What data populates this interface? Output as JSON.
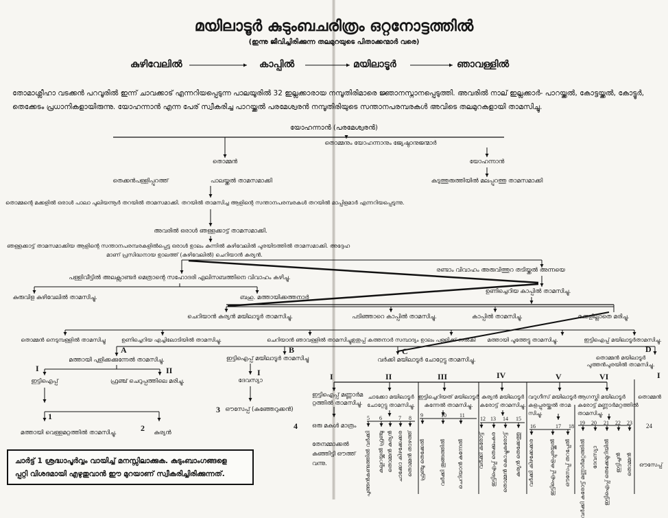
{
  "title": "മയിലാടൂർ കുടുംബചരിത്രം ഒറ്റനോട്ടത്തിൽ",
  "subtitle": "(ഇന്നു ജീവിച്ചിരിക്കുന്ന തലമുറയുടെ പിതാക്കന്മാർ വരെ)",
  "lineage": [
    "കുഴിവേലിൽ",
    "കാപ്പിൽ",
    "മയിലാടൂർ",
    "ഞാവള്ളിൽ"
  ],
  "intro": "തോമാശ്ലീഹാ വടക്കൻ പറവൂരിൽ ഇന്ന് ചാവക്കാട് എന്നറിയപ്പെടുന്ന പാലയൂരിൽ 32 ഇല്ലക്കാരായ നമ്പൂതിരിമാരെ ജ്ഞാനസ്നാനപ്പെടുത്തി. അവരിൽ നാല് ഇല്ലക്കാർ- പാറയ്ക്കൽ, കോട്ടയ്ക്കൽ, കോട്ടൂർ, തെക്കേടം പ്രധാനികളായിരുന്നു. യോഹന്നാൻ എന്ന പേര് സ്വീകരിച്ച പാറയ്ക്കൽ പരമേശ്വരൻ നമ്പൂതിരിയുടെ സന്താനപരമ്പരകൾ അവിടെ തലമുറകളായി താമസിച്ചു.",
  "tree": {
    "root": "യോഹന്നാൻ (പരമേശ്വരൻ)",
    "brothers": "തൊമ്മനും യോഹന്നാനും ജ്യേഷ്ഠാനുജന്മാർ",
    "thomman": "തൊമ്മൻ",
    "yohannan": "യോഹന്നാൻ",
    "thekkan": "തെക്കൻപള്ളിപ്പുറത്ത്",
    "palakkal": "പാലയ്ക്കൽ താമസമാക്കി",
    "kaduthuruthy": "കടുത്തുരുത്തിയിൽ മലപ്പുറത്തു താമസമാക്കി",
    "tharayil": "തൊമ്മന്റെ മക്കളിൽ ഒരാൾ പാലാ പുലിയന്നൂർ തറയിൽ താമസമാക്കി. തറയിൽ താമസിച്ച ആളിന്റെ സന്താനപരമ്പരകൾ തറയിൽ മാപ്പിളമാർ എന്നറിയപ്പെടുന്നു.",
    "njallakkattu": "അവരിൽ ഒരാൾ ഞള്ളക്കാട്ട് താമസമാക്കി.",
    "kuzhivelil_1": "ഞള്ളക്കാട്ട് താമസമാക്കിയ ആളിന്റെ സന്താനപരമ്പരകളിൽപ്പെട്ട ഒരാൾ ഉാലം കുന്നിൽ കുഴിവേലിൽ പുരയിടത്തിൽ താമസമാക്കി. അദ്ദേഹ",
    "kuzhivelil_2": "മാണ് പ്രസിദ്ധനായ ഉാലത്ത് (കുഴിവേലിൽ) ചെറിയാൻ കുര്യൻ.",
    "second_marriage": "രണ്ടാം വിവാഹം അരുവിത്തുറ തടിയ്ക്കൽ അന്നയെ",
    "first_marriage": "പള്ളിവീട്ടിൽ അലക്സാണ്ടർ മെത്രാന്റെ സഹോദരി എലിസബത്തിനെ വിവാഹം കഴിച്ചു.",
    "kuruvila": "കുരുവിള കുഴിവേലിൽ താമസിച്ചു.",
    "mathai_kathanar": "ബഹു. മത്തായിക്കത്തനാർ",
    "unicheriya_kappil": "ഉണിച്ചെറിയ കാപ്പിൽ താമസിച്ചു.",
    "cheriyan_kurian": "ചെറിയാൻ കുര്യൻ മയിലാടൂർ താമസിച്ചു.",
    "padinjare_kappil": "പടിഞ്ഞാറെ കാപ്പിൽ താമസിച്ചു.",
    "kappil": "കാപ്പിൽ താമസിച്ചു.",
    "no_children": "മക്കളില്ലാതെ മരിച്ചു.",
    "gen_row": [
      "തൊമ്മൻ നെടുമ്പള്ളിൽ താമസിച്ചു",
      "ഉണിച്ചെറിയ എച്ചിലോടിയിൽ താമസിച്ചു.",
      "ചെറിയാൻ ഞാവള്ളിൽ താമസിച്ചു.",
      "ഉതുപ്പ് കത്തനാർ സമ്പാദ്യം ഉാലം പള്ളിക്ക് നൽകി",
      "മത്തായി പൂത്തേട്ടു താമസിച്ചു.",
      "ഇട്ടിഐപ്പ് മയിലാടൂർതാമസിച്ചു."
    ],
    "branch_letters": [
      "A",
      "B",
      "C",
      "D"
    ],
    "branch_a": "മത്തായി പുളിക്കക്കുന്നേൽ താമസിച്ചു.",
    "branch_b": "ഇട്ടിഐപ്പ് മയിലാടൂർ താമസിച്ചു",
    "branch_c": "വർക്കി മയിലാടൂർ ചോറ്റേട്ടു താമസിച്ചു.",
    "branch_d_1": "തൊമ്മൻ മയിലാടൂർ",
    "branch_d_2": "പുത്തൻപുരയിൽ താമസിച്ചു.",
    "a_children": {
      "r1": "I",
      "r2": "II",
      "c1": "ഇട്ടിഐപ്പ്",
      "c2": "ഫ്രഞ്ച് ചെറുപ്പത്തിലെ മരിച്ചു.",
      "n1": "1",
      "g1": "മത്തായി വെള്ളമറ്റത്തിൽ താമസിച്ചു.",
      "n2": "2",
      "g2": "കുര്യൻ"
    },
    "b_children": {
      "r1": "I",
      "c1": "ദേവസ്യാ",
      "n3": "3",
      "g1": "ഔസേപ്പ് (കുഞ്ഞേറുക്കൻ)"
    }
  },
  "columns": [
    {
      "roman": "I",
      "lines": [
        "ഇട്ടിഐപ്പ് മണ്ണാർമ",
        "റ്റത്തിൽ താമസിച്ചു."
      ],
      "num": "4",
      "extra": [
        "ഒരു മകൾ മാത്രം",
        "തേനമ്മാക്കൽ",
        "കുഞ്ഞിട്ടി ഔത്ത്",
        "വന്നു."
      ]
    },
    {
      "roman": "II",
      "lines": [
        "ചാക്കോ മയിലാടൂർ",
        "ചോറ്റേട്ടു താമസിച്ചു."
      ],
      "nums": [
        "5",
        "6",
        "7",
        "8"
      ],
      "children": [
        "പുത്തൻകണ്ടത്തിൽ വർക്കി",
        "കല്ലറയ്ക്കൽ ഫ്രഞ്ചു",
        "തൊമ്മൻ കുര്യൻ",
        "ചാക്കോ കിഴക്കേക്കര",
        "തൊമ്മൻ താഴത്ത്"
      ]
    },
    {
      "roman": "III",
      "lines": [
        "ഇട്ടിച്ചെറിയത് മയിലാടൂർ",
        "കുന്നേൽ താമസിച്ചു."
      ],
      "nums": [
        "9",
        "10",
        "11"
      ],
      "children": [
        "ഫ്രഞ്ചു തെക്കേൽ",
        "വർക്കി തൂങ്ങത്തിൽ",
        "ചെറിയാൻ കുന്നേൽ"
      ]
    },
    {
      "roman": "IV",
      "lines": [
        "കുര്യൻ മയിലാടൂർ",
        "കരോട്ട് താമസിച്ചു."
      ],
      "nums": [
        "12",
        "13",
        "14",
        "15"
      ],
      "children": [
        "വർക്കി കരോട്ട്",
        "ഇട്ടിഐപ്പ് തെക്കുംകര",
        "തൊമ്മൻ കൊച്ചുകരോട്ട്",
        "കുര്യൻ തെക്കേത്തു"
      ]
    },
    {
      "roman": "V",
      "lines": [
        "വറുഗീസ് മയിലാടൂർ",
        "കളപ്പുരയ്ക്കൽ താമ",
        "സിച്ചു."
      ],
      "nums": [
        "16",
        "17",
        "18"
      ],
      "children": [
        "വർക്കി കിഴക്കേക്കര",
        "ഇട്ടിഐപ്പ് കളപ്പുരയ്ക്കൽ",
        "ഔസേപ്പ് തറപ്പേൽ"
      ]
    },
    {
      "roman": "VI",
      "lines": [
        "ആഗസ്തി മയിലാടൂർ",
        "കരോട്ട് മണ്ണാർമറ്റത്തിൽ",
        "താമസിച്ചു."
      ],
      "nums": [
        "19",
        "20",
        "21",
        "22",
        "23"
      ],
      "children": [
        "വർക്കി കരോട്ട് മണ്ണാർമറ്റത്തിൽ",
        "ദേവസ്യാ",
        "ഇട്ടിഐപ്പ് തെക്കേമുറിയിൽ",
        "ഇട്ടിച്ചൻ",
        "തൊമ്മൻ"
      ]
    },
    {
      "roman": "I",
      "lines": [
        "തൊമ്മൻ"
      ],
      "num": "24",
      "child": "ഔസേപ്പ്"
    }
  ],
  "note": [
    "ചാർട്ട് 1 ശ്രദ്ധാപൂർവ്വം വായിച്ച് മനസ്സിലാക്കുക. കുടുംബാംഗങ്ങളെ",
    "പ്പറ്റി വിശദമായി എഴുതുവാൻ ഈ മുറയാണ് സ്വീകരിച്ചിരിക്കുന്നത്."
  ]
}
